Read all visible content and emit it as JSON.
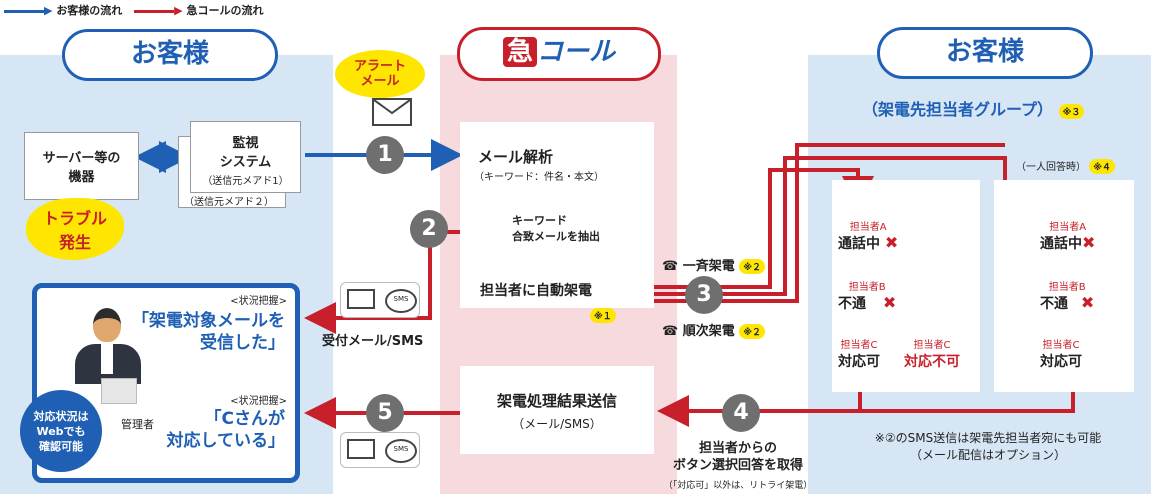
{
  "legend": {
    "customer_flow": "お客様の流れ",
    "kyucall_flow": "急コールの流れ"
  },
  "left": {
    "title": "お客様",
    "server_label": "サーバー等の\n機器",
    "monitor_label": "監視\nシステム",
    "sender1": "（送信元メアド1）",
    "sender2": "（送信元メアド２）",
    "trouble": "トラブル\n発生",
    "status_tag1": "<状況把握>",
    "status_text1": "「架電対象メールを\n受信した」",
    "status_tag2": "<状況把握>",
    "status_text2": "「Cさんが\n対応している」",
    "manager": "管理者",
    "web_check": "対応状況は\nWebでも\n確認可能"
  },
  "center": {
    "logo_kyu": "急",
    "logo_call": "コール",
    "alert_mail": "アラート\nメール",
    "mail_analysis": "メール解析",
    "keyword_hint": "（キーワード：件名・本文）",
    "extract": "キーワード\n合致メールを抽出",
    "auto_call": "担当者に自動架電",
    "note1": "※１",
    "result_title": "架電処理結果送信",
    "result_sub": "（メール/SMS）",
    "receipt": "受付メール/SMS",
    "sms": "SMS"
  },
  "steps": [
    "1",
    "2",
    "3",
    "4",
    "5"
  ],
  "calls": {
    "simultaneous": "一斉架電",
    "sequential": "順次架電",
    "note2": "※２"
  },
  "right": {
    "title": "お客様",
    "subtitle": "（架電先担当者グループ）",
    "note3": "※３",
    "single_answer": "（一人回答時）",
    "note4": "※４",
    "seqA_label": "担当者A",
    "seqA_status": "通話中",
    "seqB_label": "担当者B",
    "seqB_status": "不通",
    "seqC_label": "担当者C",
    "seqC_status": "対応可",
    "altC_label": "担当者C",
    "altC_status": "対応不可",
    "simA_label": "担当者A",
    "simA_status": "通話中",
    "simB_label": "担当者B",
    "simB_status": "不通",
    "simC_label": "担当者C",
    "simC_status": "対応可",
    "footnote": "※②のSMS送信は架電先担当者宛にも可能\n（メール配信はオプション）"
  },
  "bottom": {
    "button_answer": "担当者からの\nボタン選択回答を取得",
    "retry": "（「対応可」以外は、リトライ架電）"
  },
  "colors": {
    "blue": "#1f5fb4",
    "red": "#c8202a",
    "light_blue": "#d6e6f5",
    "light_pink": "#f6dadd",
    "yellow": "#ffe600",
    "gray": "#6f6f6f"
  }
}
